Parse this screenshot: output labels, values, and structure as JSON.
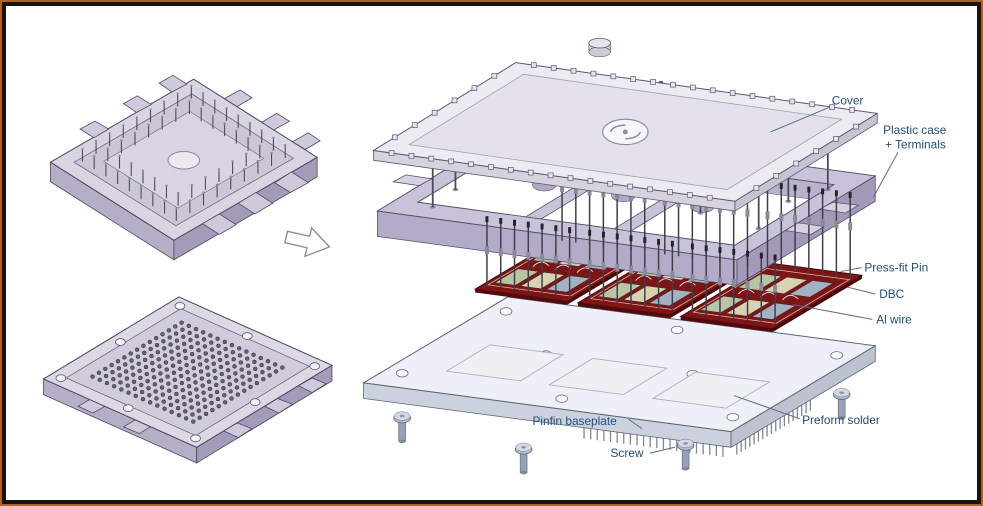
{
  "callouts": {
    "cover": "Cover",
    "plastic_case_line1": "Plastic case",
    "plastic_case_line2": "+ Terminals",
    "press_fit_pin": "Press-fit Pin",
    "dbc": "DBC",
    "al_wire": "Al wire",
    "pinfin_baseplate": "Pinfin baseplate",
    "preform_solder": "Preform solder",
    "screw": "Screw"
  },
  "colors": {
    "label_text": "#1f4e79",
    "leader_line": "#5a6b85",
    "frame_outer_border": "#b4601f",
    "frame_inner_border": "#151515",
    "background": "#ffffff",
    "dbc_board_red": "#7d1416",
    "plastic_case_lavender": "#c9c3da",
    "cover_gray": "#edebf2",
    "baseplate_silver": "#edf0f6",
    "screw_metal": "#b6bfd0"
  }
}
